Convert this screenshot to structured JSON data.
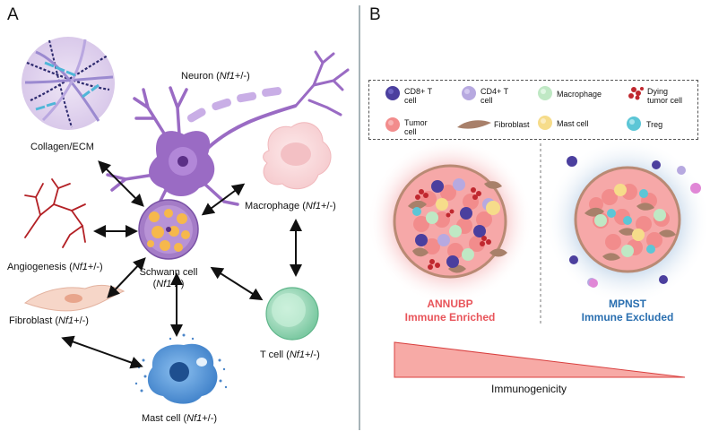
{
  "panel_a": {
    "letter": "A",
    "cells": {
      "collagen": "Collagen/ECM",
      "neuron_pre": "Neuron (",
      "neuron_gene": "Nf1",
      "neuron_post": "+/-)",
      "macrophage_pre": "Macrophage (",
      "macrophage_gene": "Nf1",
      "macrophage_post": "+/-)",
      "angio_pre": "Angiogenesis (",
      "angio_gene": "Nf1",
      "angio_post": "+/-)",
      "schwann_line1": "Schwann cell",
      "schwann_pre": "(",
      "schwann_gene": "Nf1",
      "schwann_post": "-/-)",
      "fibro_pre": "Fibroblast (",
      "fibro_gene": "Nf1",
      "fibro_post": "+/-)",
      "tcell_pre": "T cell (",
      "tcell_gene": "Nf1",
      "tcell_post": "+/-)",
      "mast_pre": "Mast cell (",
      "mast_gene": "Nf1",
      "mast_post": "+/-)"
    }
  },
  "panel_b": {
    "letter": "B",
    "legend": [
      {
        "label1": "CD8+ T",
        "label2": "cell",
        "color": "#4b3f9e"
      },
      {
        "label1": "CD4+ T",
        "label2": "cell",
        "color": "#b7a9e0"
      },
      {
        "label1": "Macrophage",
        "label2": "",
        "color": "#bfe8c4"
      },
      {
        "label1": "Dying",
        "label2": "tumor cell",
        "color": "#c0282f"
      },
      {
        "label1": "Tumor",
        "label2": "cell",
        "color": "#f28c8c"
      },
      {
        "label1": "Fibroblast",
        "label2": "",
        "color": "#a8806a"
      },
      {
        "label1": "Mast cell",
        "label2": "",
        "color": "#f6dc8a"
      },
      {
        "label1": "Treg",
        "label2": "",
        "color": "#5cc6d6"
      }
    ],
    "left_tumor": {
      "name": "ANNUBP",
      "subtitle": "Immune Enriched",
      "color": "#e8545a"
    },
    "right_tumor": {
      "name": "MPNST",
      "subtitle": "Immune Excluded",
      "color": "#2a6fb0"
    },
    "axis_label": "Immunogenicity"
  }
}
